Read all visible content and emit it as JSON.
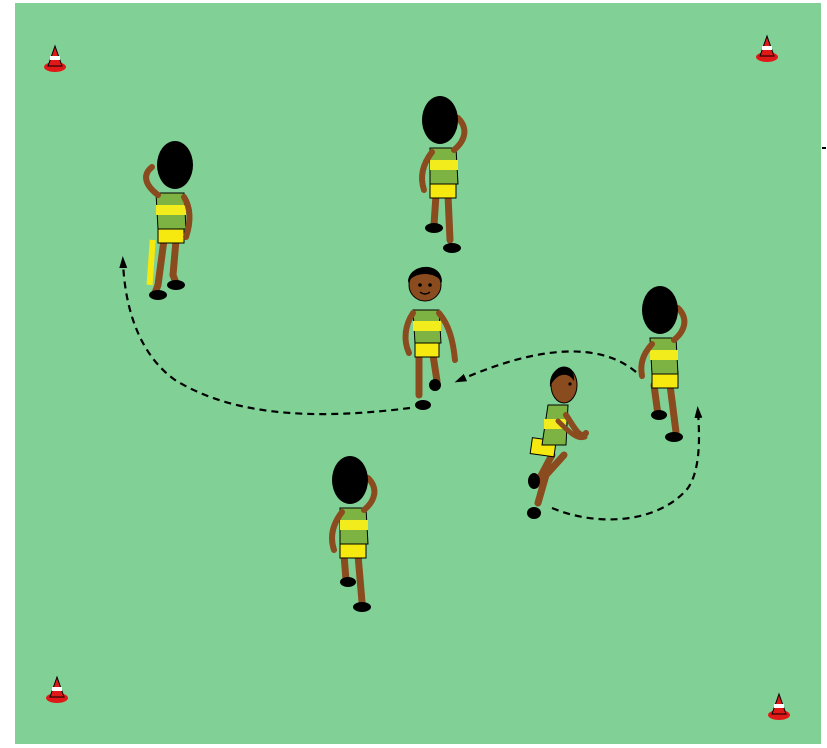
{
  "colors": {
    "pitch": "#81d196",
    "shirt_green": "#7cb342",
    "shirt_yellow": "#f2ec1c",
    "shorts": "#f5e90f",
    "skin": "#8a4b1f",
    "hair": "#000000",
    "cone_red": "#e01818",
    "cone_white": "#ffffff",
    "path_line": "#000000"
  },
  "drill": {
    "cones": [
      {
        "name": "cone-top-left"
      },
      {
        "name": "cone-top-right"
      },
      {
        "name": "cone-bottom-left"
      },
      {
        "name": "cone-bottom-right"
      }
    ],
    "players": [
      {
        "name": "player-upper-left",
        "facing": "away"
      },
      {
        "name": "player-top-center",
        "facing": "away"
      },
      {
        "name": "player-center-runner",
        "facing": "front"
      },
      {
        "name": "player-right",
        "facing": "away"
      },
      {
        "name": "player-lower-right-runner",
        "facing": "side"
      },
      {
        "name": "player-bottom-center",
        "facing": "away"
      }
    ],
    "run_paths": [
      {
        "name": "run-path-left-curve"
      },
      {
        "name": "run-path-right-curve"
      },
      {
        "name": "run-path-bottom-curve"
      }
    ]
  }
}
